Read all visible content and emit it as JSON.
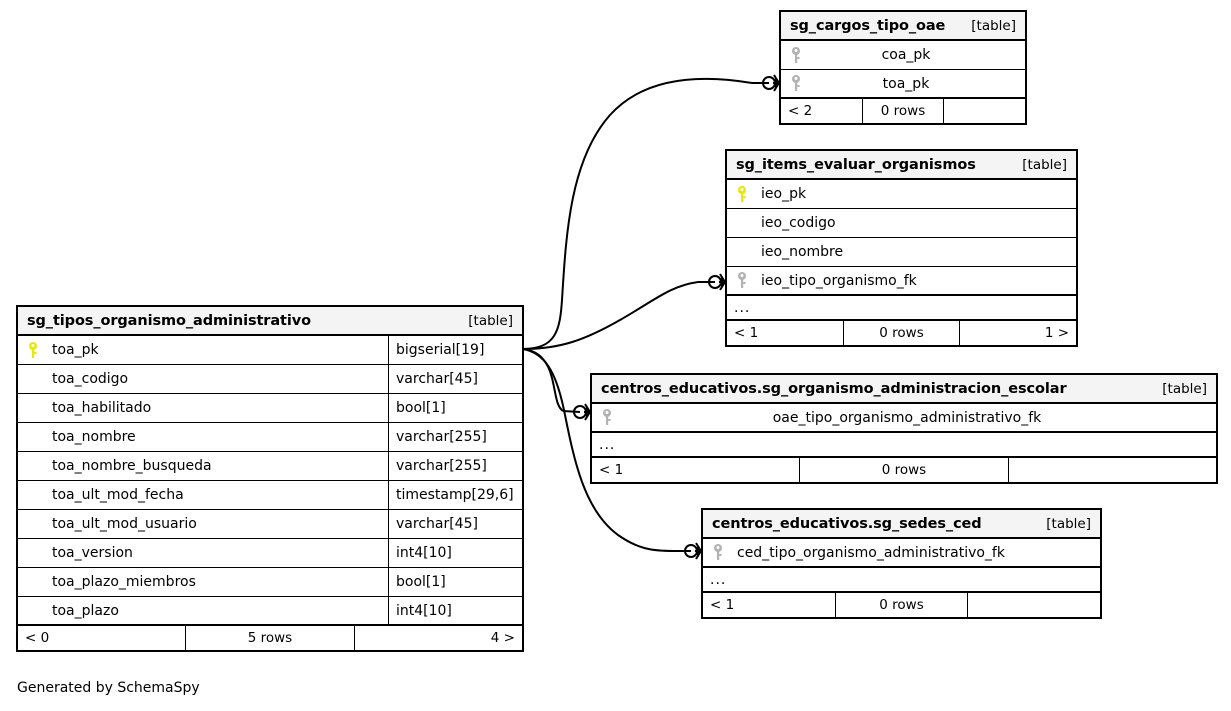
{
  "diagram": {
    "credit": "Generated by SchemaSpy",
    "kind_label": "[table]",
    "ellipsis": "...",
    "colors": {
      "pk_key": "#e8e800",
      "fk_key": "#b3b3b3",
      "header_bg": "#f4f4f4",
      "border": "#000000",
      "edge": "#000000",
      "background": "#ffffff"
    }
  },
  "tables": [
    {
      "id": "sg_tipos_organismo_administrativo",
      "name": "sg_tipos_organismo_administrativo",
      "kind": "[table]",
      "has_type_column": true,
      "columns": [
        {
          "name": "toa_pk",
          "type": "bigserial[19]",
          "key": "pk"
        },
        {
          "name": "toa_codigo",
          "type": "varchar[45]",
          "key": "none"
        },
        {
          "name": "toa_habilitado",
          "type": "bool[1]",
          "key": "none"
        },
        {
          "name": "toa_nombre",
          "type": "varchar[255]",
          "key": "none"
        },
        {
          "name": "toa_nombre_busqueda",
          "type": "varchar[255]",
          "key": "none"
        },
        {
          "name": "toa_ult_mod_fecha",
          "type": "timestamp[29,6]",
          "key": "none"
        },
        {
          "name": "toa_ult_mod_usuario",
          "type": "varchar[45]",
          "key": "none"
        },
        {
          "name": "toa_version",
          "type": "int4[10]",
          "key": "none"
        },
        {
          "name": "toa_plazo_miembros",
          "type": "bool[1]",
          "key": "none"
        },
        {
          "name": "toa_plazo",
          "type": "int4[10]",
          "key": "none"
        }
      ],
      "show_ellipsis": false,
      "footer": {
        "left": "< 0",
        "middle": "5 rows",
        "right": "4 >"
      }
    },
    {
      "id": "sg_cargos_tipo_oae",
      "name": "sg_cargos_tipo_oae",
      "kind": "[table]",
      "has_type_column": false,
      "columns": [
        {
          "name": "coa_pk",
          "type": "",
          "key": "fk"
        },
        {
          "name": "toa_pk",
          "type": "",
          "key": "fk"
        }
      ],
      "show_ellipsis": false,
      "footer": {
        "left": "< 2",
        "middle": "0 rows",
        "right": ""
      }
    },
    {
      "id": "sg_items_evaluar_organismos",
      "name": "sg_items_evaluar_organismos",
      "kind": "[table]",
      "has_type_column": false,
      "columns": [
        {
          "name": "ieo_pk",
          "type": "",
          "key": "pk"
        },
        {
          "name": "ieo_codigo",
          "type": "",
          "key": "none"
        },
        {
          "name": "ieo_nombre",
          "type": "",
          "key": "none"
        },
        {
          "name": "ieo_tipo_organismo_fk",
          "type": "",
          "key": "fk"
        }
      ],
      "show_ellipsis": true,
      "footer": {
        "left": "< 1",
        "middle": "0 rows",
        "right": "1 >"
      }
    },
    {
      "id": "centros_educativos.sg_organismo_administracion_escolar",
      "name": "centros_educativos.sg_organismo_administracion_escolar",
      "kind": "[table]",
      "has_type_column": false,
      "columns": [
        {
          "name": "oae_tipo_organismo_administrativo_fk",
          "type": "",
          "key": "fk"
        }
      ],
      "show_ellipsis": true,
      "footer": {
        "left": "< 1",
        "middle": "0 rows",
        "right": ""
      }
    },
    {
      "id": "centros_educativos.sg_sedes_ced",
      "name": "centros_educativos.sg_sedes_ced",
      "kind": "[table]",
      "has_type_column": false,
      "columns": [
        {
          "name": "ced_tipo_organismo_administrativo_fk",
          "type": "",
          "key": "fk"
        }
      ],
      "show_ellipsis": true,
      "footer": {
        "left": "< 1",
        "middle": "0 rows",
        "right": ""
      }
    }
  ],
  "relationships": [
    {
      "from": "sg_tipos_organismo_administrativo",
      "to": "sg_cargos_tipo_oae",
      "to_column": "toa_pk",
      "notation": "zero-or-many"
    },
    {
      "from": "sg_tipos_organismo_administrativo",
      "to": "sg_items_evaluar_organismos",
      "to_column": "ieo_tipo_organismo_fk",
      "notation": "zero-or-many"
    },
    {
      "from": "sg_tipos_organismo_administrativo",
      "to": "centros_educativos.sg_organismo_administracion_escolar",
      "to_column": "oae_tipo_organismo_administrativo_fk",
      "notation": "zero-or-many"
    },
    {
      "from": "sg_tipos_organismo_administrativo",
      "to": "centros_educativos.sg_sedes_ced",
      "to_column": "ced_tipo_organismo_administrativo_fk",
      "notation": "zero-or-many"
    }
  ]
}
